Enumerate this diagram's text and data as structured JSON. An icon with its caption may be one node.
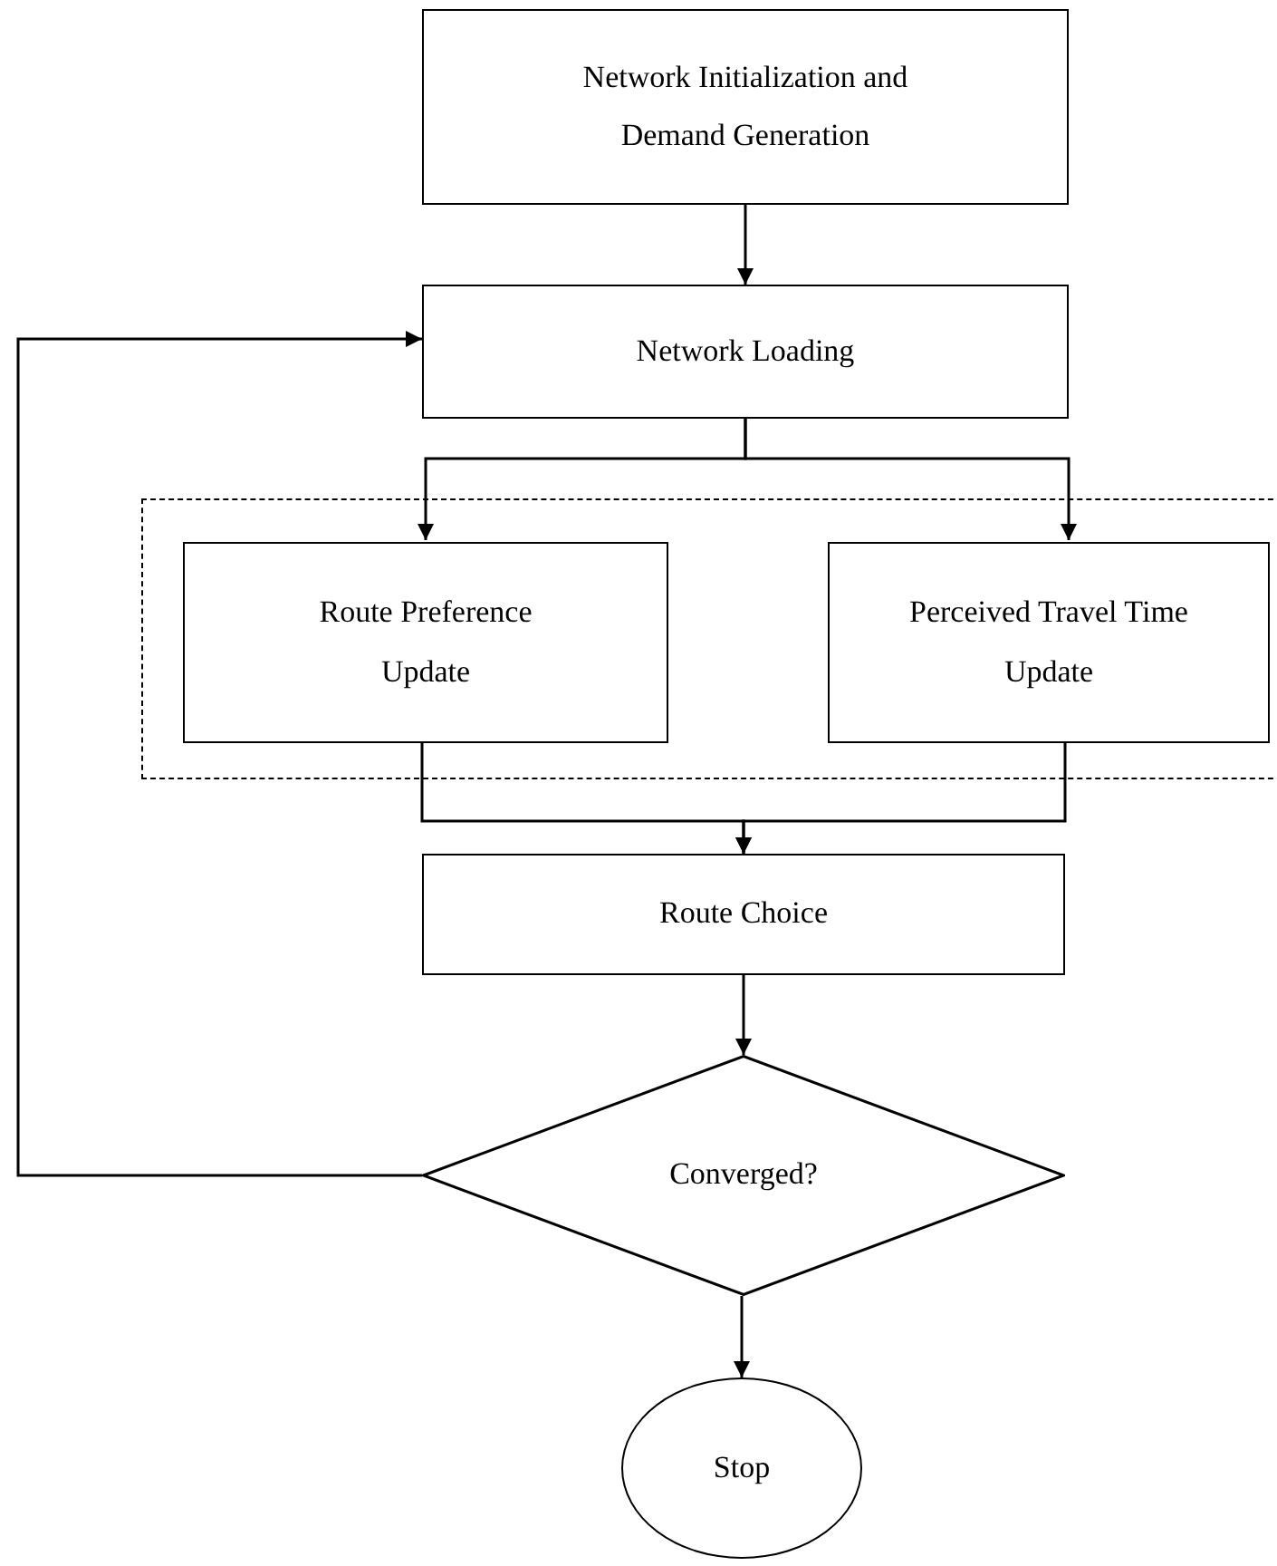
{
  "diagram": {
    "nodes": [
      {
        "text": [
          "Network Initialization and Demand Generation"
        ]
      },
      {
        "text": [
          "Network Loading"
        ]
      },
      {
        "text": [],
        "shape": "box"
      },
      {
        "text": [
          "Route Preference Update"
        ],
        "in": 2
      },
      {
        "text": [
          "Perceived Travel Time Update"
        ],
        "in": 2
      },
      {
        "text": [
          "Route Choice"
        ]
      },
      {
        "text": [
          "Converged?"
        ]
      },
      {
        "text": [
          "Stop"
        ]
      }
    ],
    "edges": [
      {
        "from": 0,
        "to": 1,
        "arrow": "to"
      },
      {
        "from": 1,
        "to": 3,
        "arrow": "to"
      },
      {
        "from": 1,
        "to": 4,
        "arrow": "to"
      },
      {
        "from": 3,
        "to": 5,
        "arrow": "to"
      },
      {
        "from": 4,
        "to": 5,
        "arrow": "to"
      },
      {
        "from": 5,
        "to": 6,
        "arrow": "to"
      },
      {
        "from": 6,
        "to": 7,
        "arrow": "to"
      },
      {
        "from": 6,
        "to": 1,
        "arrow": "to"
      }
    ]
  }
}
